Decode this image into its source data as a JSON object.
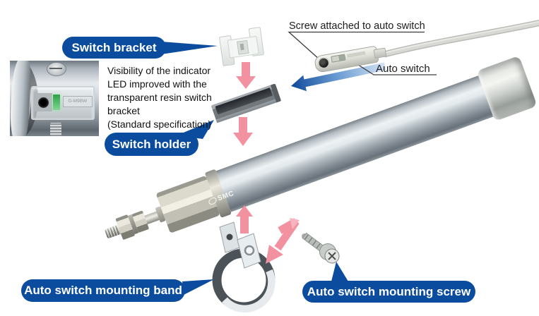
{
  "callouts": {
    "switch_bracket": "Switch bracket",
    "switch_holder": "Switch holder",
    "mounting_band": "Auto switch mounting band",
    "mounting_screw": "Auto switch mounting screw"
  },
  "annotations": {
    "screw_attached": "Screw attached to auto switch",
    "auto_switch": "Auto switch"
  },
  "note_lines": [
    "Visibility of the indicator",
    "LED improved with the",
    "transparent resin switch",
    "bracket",
    "(Standard specification)"
  ],
  "inset_photo": {
    "switch_model_label": "D-M9BW"
  },
  "cylinder": {
    "brand_logo": "SMC"
  },
  "colors": {
    "callout_blue": "#0b4c9f",
    "arrow_pink": "#f2919f",
    "arrow_blue_dark": "#104c9c",
    "arrow_blue_light": "#d9e7f6",
    "annotation_text": "#1c1c1c"
  }
}
